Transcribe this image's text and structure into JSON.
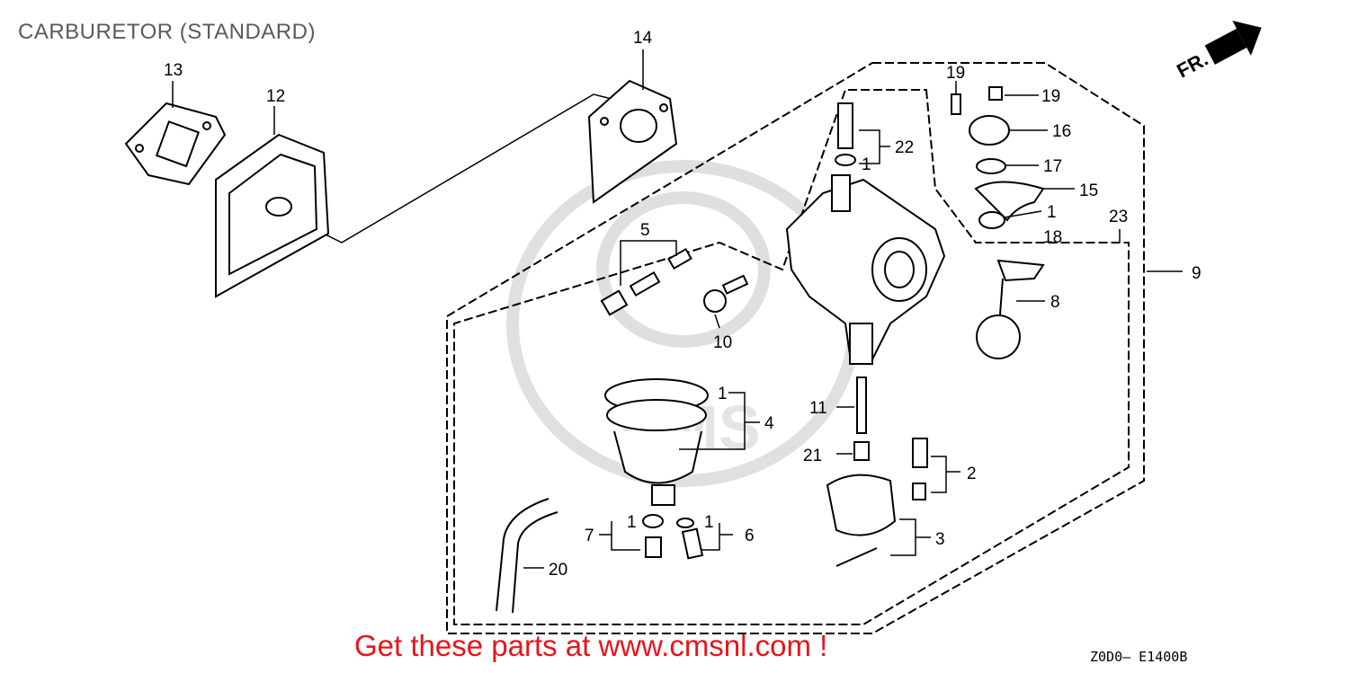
{
  "title": "CARBURETOR (STANDARD)",
  "promo_text": "Get these parts at www.cmsnl.com !",
  "diagram_code": "Z0D0— E1400B",
  "direction_label": "FR.",
  "watermark_text": "CMS",
  "colors": {
    "promo": "#e8141b",
    "title": "#5a5a5a",
    "line": "#000000"
  },
  "callouts": [
    {
      "id": "c14",
      "label": "14"
    },
    {
      "id": "c13",
      "label": "13"
    },
    {
      "id": "c12",
      "label": "12"
    },
    {
      "id": "c19a",
      "label": "19"
    },
    {
      "id": "c19b",
      "label": "19"
    },
    {
      "id": "c16",
      "label": "16"
    },
    {
      "id": "c22",
      "label": "22"
    },
    {
      "id": "c1a",
      "label": "1"
    },
    {
      "id": "c17",
      "label": "17"
    },
    {
      "id": "c15",
      "label": "15"
    },
    {
      "id": "c1b",
      "label": "1"
    },
    {
      "id": "c18",
      "label": "18"
    },
    {
      "id": "c23",
      "label": "23"
    },
    {
      "id": "c9",
      "label": "9"
    },
    {
      "id": "c8",
      "label": "8"
    },
    {
      "id": "c5",
      "label": "5"
    },
    {
      "id": "c10",
      "label": "10"
    },
    {
      "id": "c1c",
      "label": "1"
    },
    {
      "id": "c4",
      "label": "4"
    },
    {
      "id": "c11",
      "label": "11"
    },
    {
      "id": "c21",
      "label": "21"
    },
    {
      "id": "c2",
      "label": "2"
    },
    {
      "id": "c3",
      "label": "3"
    },
    {
      "id": "c1d",
      "label": "1"
    },
    {
      "id": "c1e",
      "label": "1"
    },
    {
      "id": "c7",
      "label": "7"
    },
    {
      "id": "c6",
      "label": "6"
    },
    {
      "id": "c20",
      "label": "20"
    }
  ]
}
